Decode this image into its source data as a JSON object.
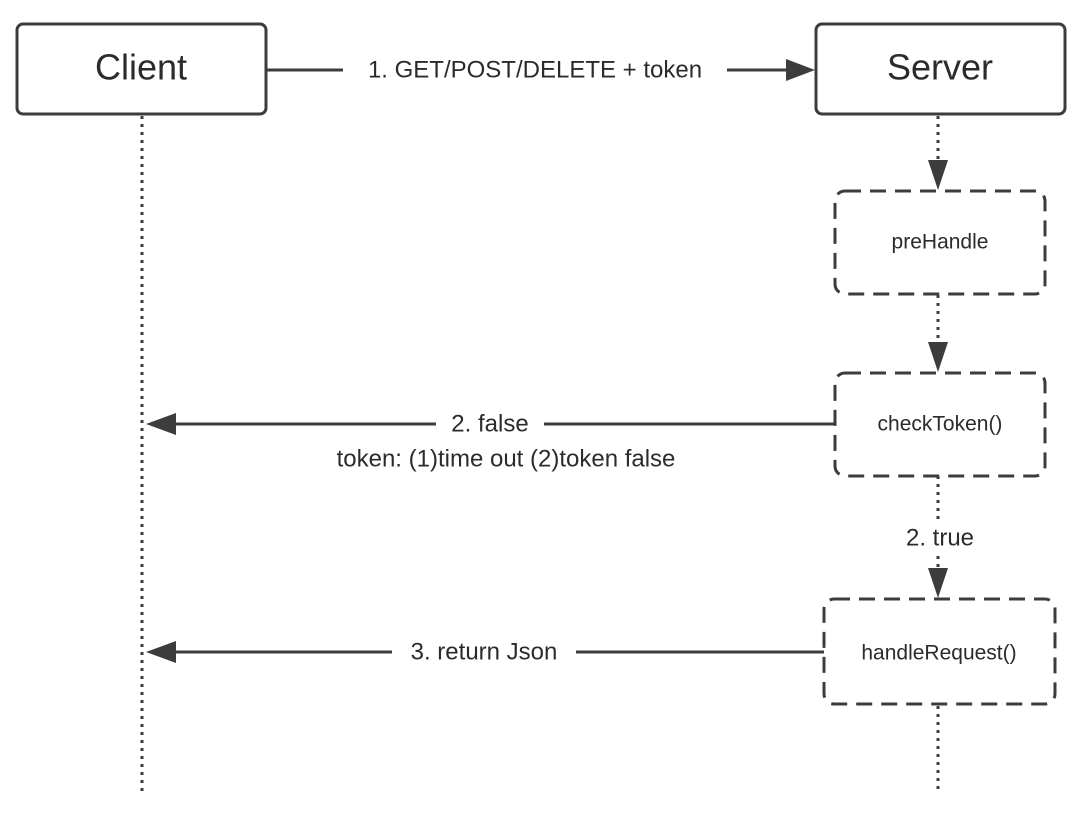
{
  "actors": {
    "client": "Client",
    "server": "Server"
  },
  "steps": {
    "prehandle": "preHandle",
    "check_token": "checkToken()",
    "handle_request": "handleRequest()"
  },
  "messages": {
    "request": "1. GET/POST/DELETE + token",
    "false_label": "2. false",
    "false_detail": "token: (1)time out (2)token false",
    "true_label": "2. true",
    "return_label": "3. return Json"
  },
  "colors": {
    "stroke": "#3c3c3c",
    "text": "#2b2b2b",
    "background": "#ffffff"
  }
}
